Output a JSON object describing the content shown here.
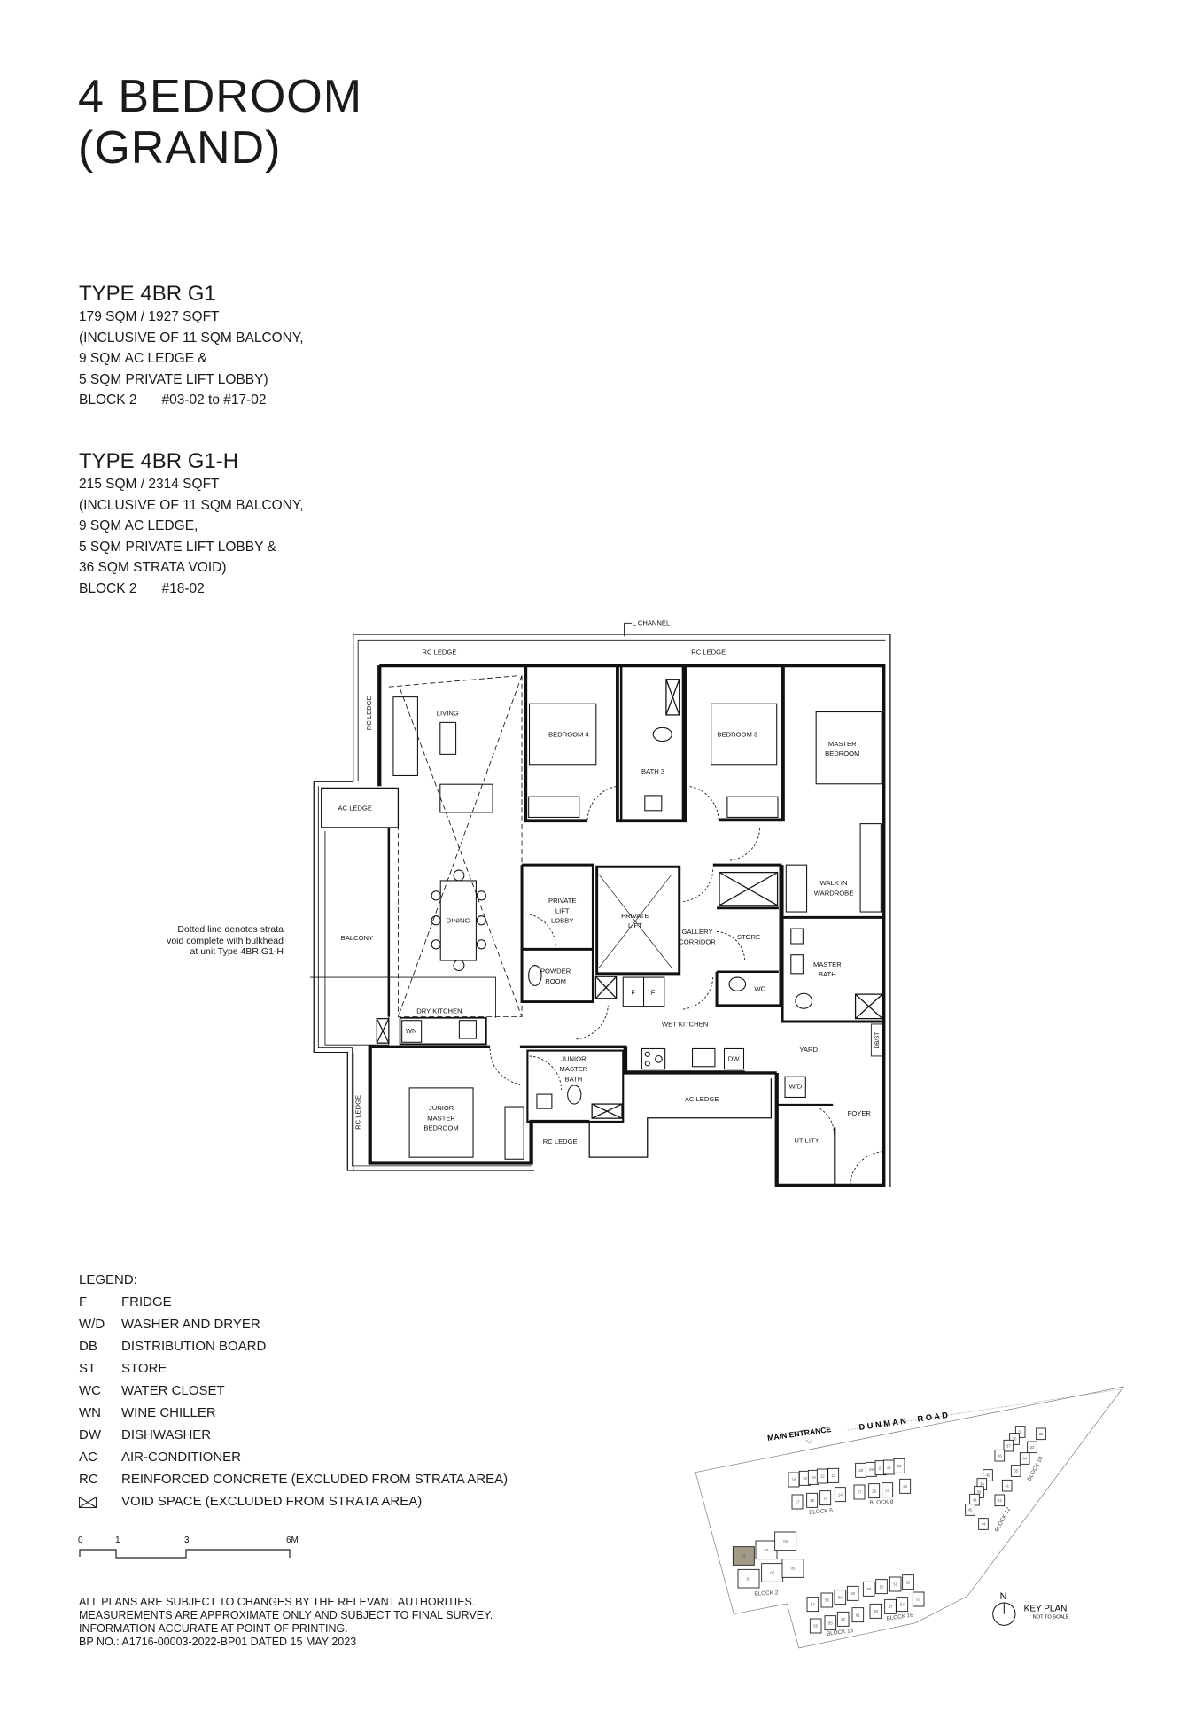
{
  "page": {
    "title_line1": "4 BEDROOM",
    "title_line2": "(GRAND)"
  },
  "types": [
    {
      "name": "TYPE 4BR G1",
      "area": "179 SQM / 1927 SQFT",
      "inclusions": [
        "(INCLUSIVE OF 11 SQM BALCONY,",
        "9 SQM AC LEDGE &",
        "5 SQM PRIVATE LIFT LOBBY)"
      ],
      "block": "BLOCK 2",
      "units": "#03-02 to #17-02"
    },
    {
      "name": "TYPE 4BR G1-H",
      "area": "215 SQM / 2314 SQFT",
      "inclusions": [
        "(INCLUSIVE OF 11 SQM BALCONY,",
        "9 SQM AC LEDGE,",
        "5 SQM PRIVATE LIFT LOBBY &",
        "36 SQM STRATA VOID)"
      ],
      "block": "BLOCK 2",
      "units": "#18-02"
    }
  ],
  "note": {
    "lines": [
      "Dotted line denotes strata",
      "void complete with bulkhead",
      "at unit Type 4BR G1-H"
    ]
  },
  "plan": {
    "labels": {
      "l_channel": "L CHANNEL",
      "rc_ledge_top_left": "RC LEDGE",
      "rc_ledge_top_right": "RC LEDGE",
      "rc_ledge_left": "RC LEDGE",
      "living": "LIVING",
      "bedroom4": "BEDROOM 4",
      "bath3": "BATH 3",
      "bedroom3": "BEDROOM 3",
      "master_bedroom_1": "MASTER",
      "master_bedroom_2": "BEDROOM",
      "ac_ledge_left": "AC LEDGE",
      "balcony": "BALCONY",
      "dining": "DINING",
      "lift_lobby_1": "PRIVATE",
      "lift_lobby_2": "LIFT",
      "lift_lobby_3": "LOBBY",
      "private_lift_1": "PRIVATE",
      "private_lift_2": "LIFT",
      "gallery_1": "GALLERY",
      "gallery_2": "CORRIDOR",
      "store": "STORE",
      "wardrobe_1": "WALK IN",
      "wardrobe_2": "WARDROBE",
      "master_bath_1": "MASTER",
      "master_bath_2": "BATH",
      "powder_1": "POWDER",
      "powder_2": "ROOM",
      "wc": "WC",
      "fridge_1": "F",
      "fridge_2": "F",
      "dry_kitchen": "DRY KITCHEN",
      "wn": "WN",
      "wet_kitchen": "WET KITCHEN",
      "yard": "YARD",
      "db_st": "DB/ST",
      "dw": "DW",
      "jr_bath_1": "JUNIOR",
      "jr_bath_2": "MASTER",
      "jr_bath_3": "BATH",
      "jr_bed_1": "JUNIOR",
      "jr_bed_2": "MASTER",
      "jr_bed_3": "BEDROOM",
      "ac_ledge_bottom": "AC LEDGE",
      "wd": "W/D",
      "foyer": "FOYER",
      "rc_ledge_bottom_left": "RC LEDGE",
      "rc_ledge_bottom": "RC LEDGE",
      "utility": "UTILITY"
    }
  },
  "legend": {
    "heading": "LEGEND:",
    "items": [
      {
        "code": "F",
        "desc": "FRIDGE"
      },
      {
        "code": "W/D",
        "desc": "WASHER AND DRYER"
      },
      {
        "code": "DB",
        "desc": "DISTRIBUTION BOARD"
      },
      {
        "code": "ST",
        "desc": "STORE"
      },
      {
        "code": "WC",
        "desc": "WATER CLOSET"
      },
      {
        "code": "WN",
        "desc": "WINE CHILLER"
      },
      {
        "code": "DW",
        "desc": "DISHWASHER"
      },
      {
        "code": "AC",
        "desc": "AIR-CONDITIONER"
      },
      {
        "code": "RC",
        "desc": "REINFORCED CONCRETE (EXCLUDED FROM STRATA AREA)"
      }
    ],
    "void": {
      "icon": "void-space-icon",
      "desc": "VOID SPACE (EXCLUDED FROM STRATA AREA)"
    }
  },
  "scale_bar": {
    "ticks": [
      "0",
      "1",
      "3",
      "6M"
    ]
  },
  "footer": {
    "lines": [
      "ALL PLANS ARE SUBJECT TO CHANGES BY THE RELEVANT AUTHORITIES.",
      "MEASUREMENTS ARE APPROXIMATE ONLY AND SUBJECT TO FINAL SURVEY.",
      "INFORMATION ACCURATE AT POINT OF PRINTING.",
      "BP NO.: A1716-00003-2022-BP01 DATED 15 MAY 2023"
    ]
  },
  "key_plan": {
    "title": "KEY PLAN",
    "subtitle": "NOT TO SCALE",
    "north": "N",
    "main_entrance": "MAIN ENTRANCE",
    "road": "D U N M A N     R O A D",
    "highlight_color": "#a39a88",
    "highlight_unit": "02",
    "blocks": [
      {
        "name": "BLOCK 2",
        "units": [
          "02",
          "03",
          "04",
          "01",
          "06",
          "05"
        ]
      },
      {
        "name": "BLOCK 6",
        "units": [
          "18",
          "19",
          "20",
          "12",
          "13",
          "17",
          "16",
          "15",
          "14"
        ]
      },
      {
        "name": "BLOCK 8",
        "units": [
          "28",
          "29",
          "21",
          "22",
          "23",
          "27",
          "26",
          "25",
          "24"
        ]
      },
      {
        "name": "BLOCK 10",
        "units": [
          "31",
          "30",
          "32",
          "37",
          "33",
          "36",
          "34",
          "35"
        ]
      },
      {
        "name": "BLOCK 12",
        "units": [
          "40",
          "38",
          "41",
          "39",
          "42",
          "43",
          "45",
          "44"
        ]
      },
      {
        "name": "BLOCK 16",
        "units": [
          "49",
          "50",
          "51",
          "52",
          "48",
          "47",
          "54",
          "53"
        ]
      },
      {
        "name": "BLOCK 18",
        "units": [
          "57",
          "58",
          "59",
          "60",
          "56",
          "55",
          "62",
          "61"
        ]
      }
    ]
  }
}
